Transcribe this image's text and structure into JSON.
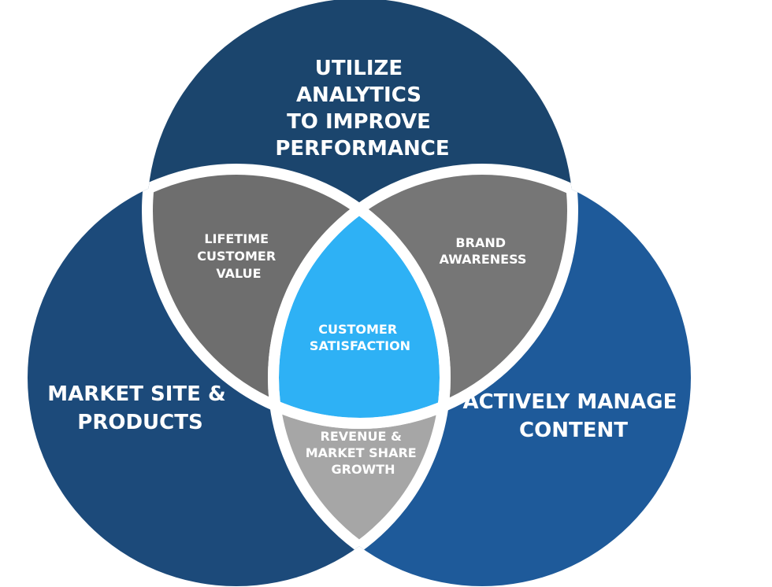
{
  "circles": {
    "top": {
      "label_lines": [
        "UTILIZE",
        "ANALYTICS",
        "TO IMPROVE",
        "PERFORMANCE"
      ],
      "color": "#1b456d"
    },
    "left": {
      "label_lines": [
        "MARKET SITE &",
        "PRODUCTS"
      ],
      "color": "#1c4a7a"
    },
    "right": {
      "label_lines": [
        "ACTIVELY MANAGE",
        "CONTENT"
      ],
      "color": "#1e5a9a"
    }
  },
  "overlaps": {
    "top_left": {
      "label_lines": [
        "LIFETIME",
        "CUSTOMER",
        "VALUE"
      ],
      "color": "#6e6e6e"
    },
    "top_right": {
      "label_lines": [
        "BRAND",
        "AWARENESS"
      ],
      "color": "#767676"
    },
    "left_right": {
      "label_lines": [
        "REVENUE &",
        "MARKET SHARE",
        "GROWTH"
      ],
      "color": "#a6a6a6"
    },
    "center": {
      "label_lines": [
        "CUSTOMER",
        "SATISFACTION"
      ],
      "color": "#2eb1f5"
    }
  },
  "separator_color": "#ffffff"
}
